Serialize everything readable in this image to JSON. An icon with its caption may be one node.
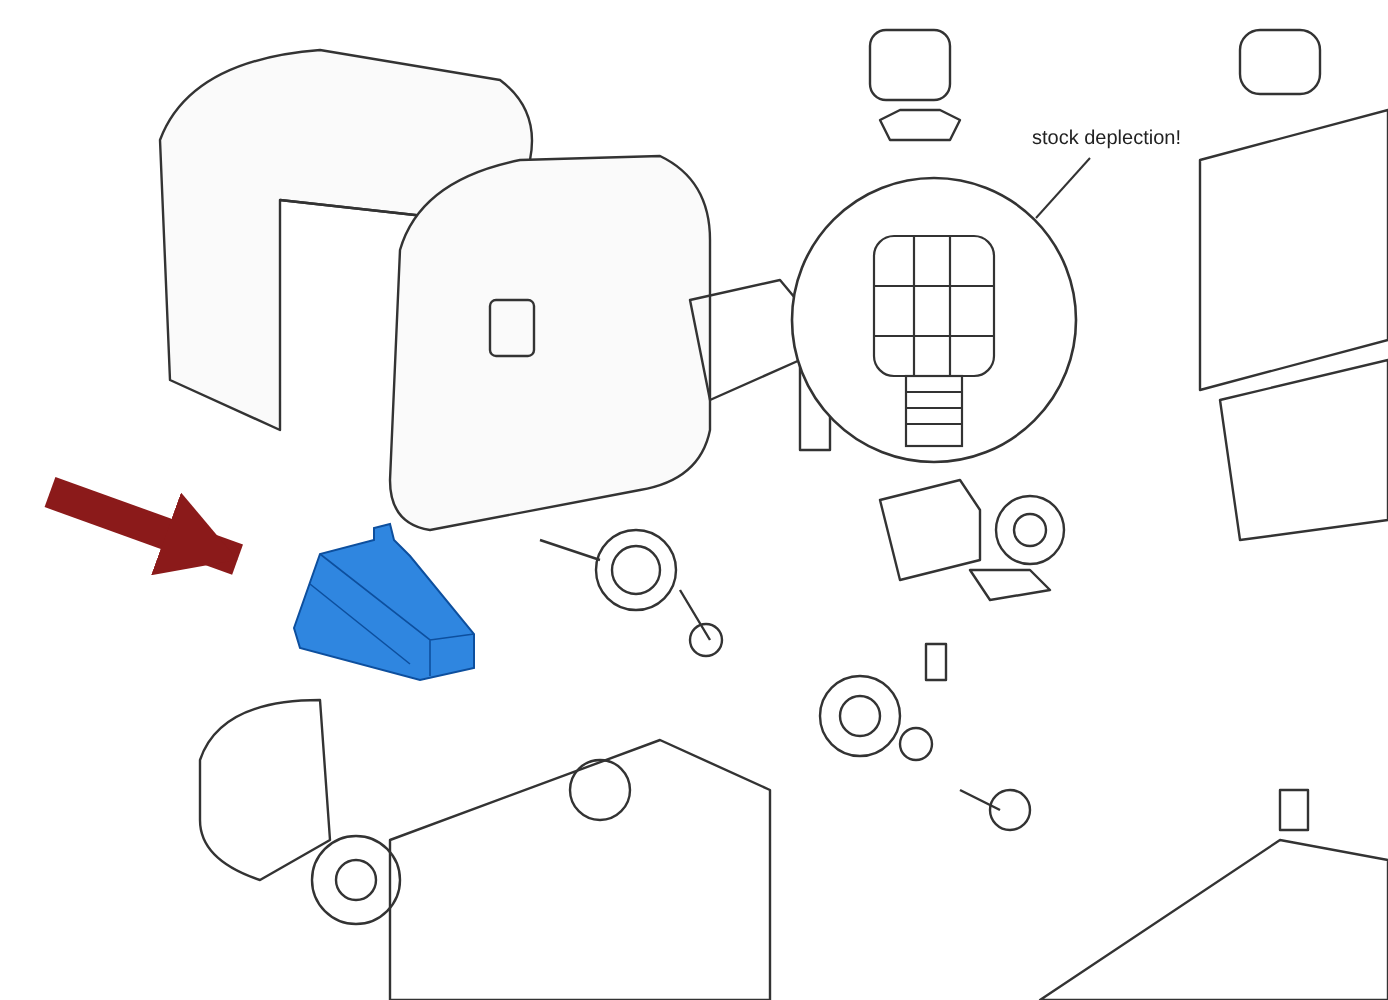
{
  "diagram": {
    "nodes": [
      {
        "text": [
          "stock deplection!"
        ]
      },
      {
        "text": [],
        "shape": "circle"
      },
      {
        "text": [],
        "shape": "picture"
      }
    ],
    "edges": [
      {
        "from": 0,
        "to": 1,
        "arrow": "none"
      },
      {
        "from": null,
        "to": 2,
        "arrow": "to",
        "style": "thick",
        "color": "#8b1a1a"
      }
    ]
  }
}
